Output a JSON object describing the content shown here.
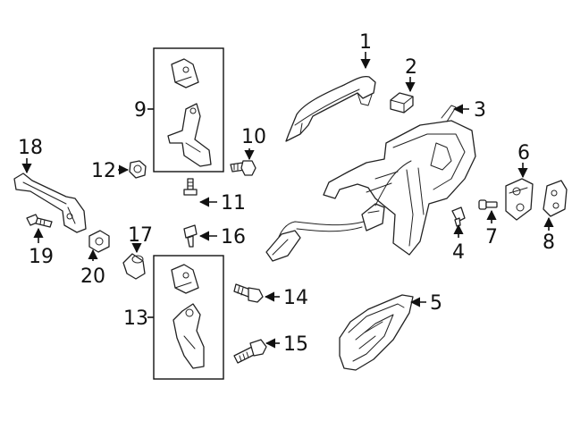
{
  "callouts": [
    "1",
    "2",
    "3",
    "4",
    "5",
    "6",
    "7",
    "8",
    "9",
    "10",
    "11",
    "12",
    "13",
    "14",
    "15",
    "16",
    "17",
    "18",
    "19",
    "20"
  ],
  "colors": {
    "line": "#222222",
    "background": "#ffffff"
  }
}
